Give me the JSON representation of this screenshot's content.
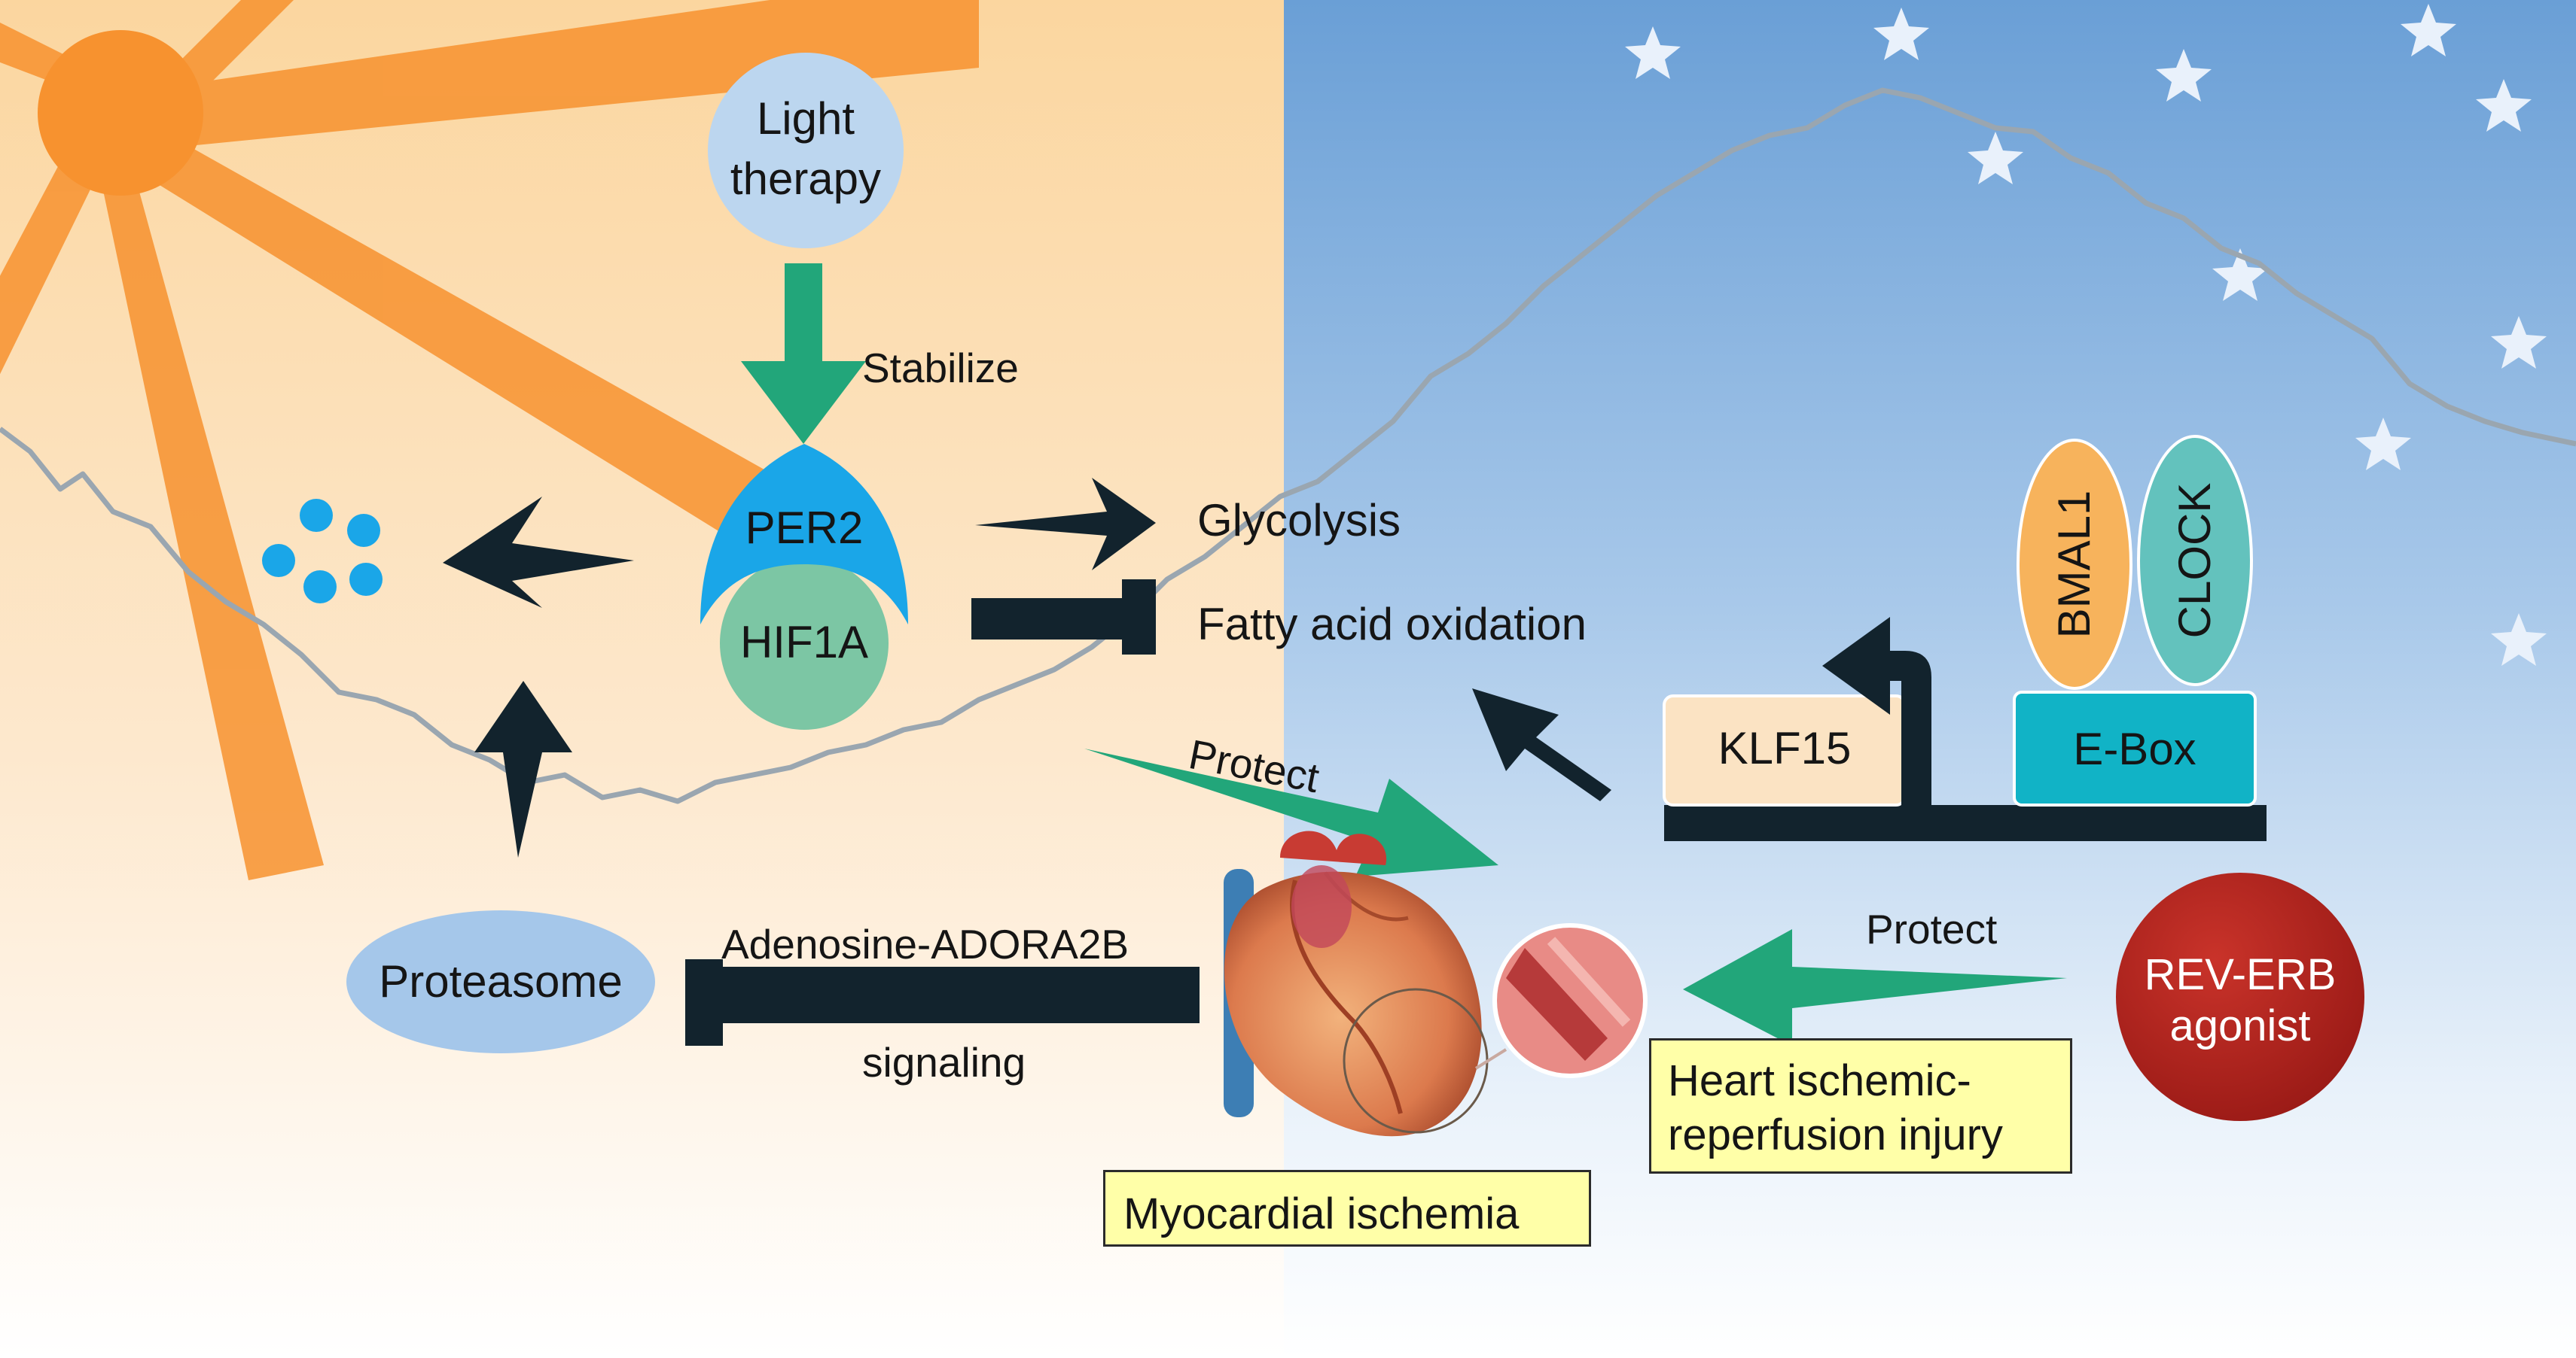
{
  "nodes": {
    "light_therapy": [
      "Light",
      "therapy"
    ],
    "per2": "PER2",
    "hif1a": "HIF1A",
    "proteasome": "Proteasome",
    "bmal1": "BMAL1",
    "clock": "CLOCK",
    "klf15": "KLF15",
    "ebox": "E-Box",
    "rev_erb": [
      "REV-ERB",
      "agonist"
    ]
  },
  "labels": {
    "stabilize": "Stabilize",
    "glycolysis": "Glycolysis",
    "fatty_acid_oxidation": "Fatty acid oxidation",
    "protect_left": "Protect",
    "protect_right": "Protect",
    "adenosine": "Adenosine-ADORA2B",
    "signaling": "signaling"
  },
  "boxes": {
    "myocardial_ischemia": "Myocardial ischemia",
    "heart_injury": [
      "Heart ischemic-",
      "reperfusion injury"
    ]
  },
  "colors": {
    "day_background": "#fbd59b",
    "night_background": "#6ea4d8",
    "sun": "#f58a2a",
    "arrow_dark": "#12232d",
    "arrow_green": "#22a67a",
    "per2": "#1aa6e8",
    "hif1a": "#7cc6a4",
    "light_therapy": "#b8d4ee",
    "proteasome": "#a5c7ea",
    "bmal1": "#f7b35c",
    "clock": "#63c2bd",
    "klf15": "#fbe3c3",
    "ebox": "#11b3c6",
    "rev_erb": "#b8241f",
    "box_fill": "#ffffa8"
  },
  "icons": [
    "sun-icon",
    "moon-icon",
    "star-icon",
    "heart-icon",
    "artery-cross-section-icon",
    "degraded-protein-dots-icon"
  ]
}
